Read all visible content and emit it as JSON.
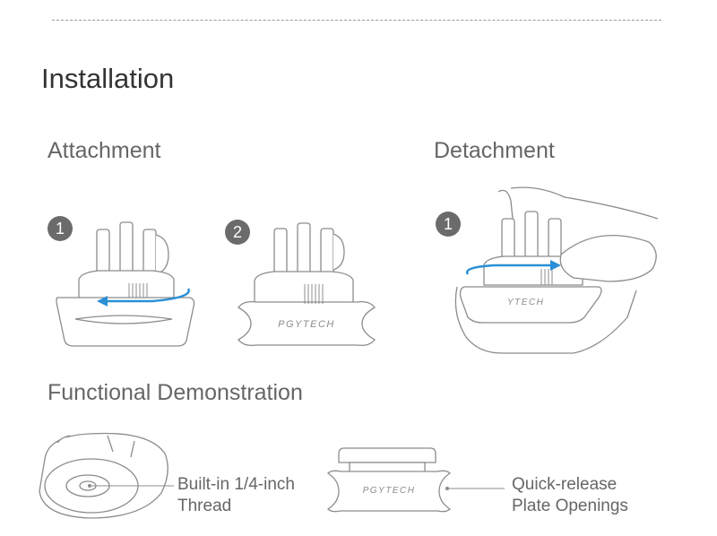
{
  "page": {
    "title": "Installation"
  },
  "sections": {
    "attachment": "Attachment",
    "detachment": "Detachment",
    "functional": "Functional Demonstration"
  },
  "steps": {
    "attach_1": "1",
    "attach_2": "2",
    "detach_1": "1"
  },
  "branding": {
    "logo_text": "PGYTECH"
  },
  "callouts": {
    "thread_line1": "Built-in 1/4-inch",
    "thread_line2": "Thread",
    "plate_line1": "Quick-release",
    "plate_line2": "Plate Openings"
  },
  "colors": {
    "arrow": "#2a8fd6",
    "badge": "#6b6b6b",
    "outline": "#8c8c8c"
  }
}
